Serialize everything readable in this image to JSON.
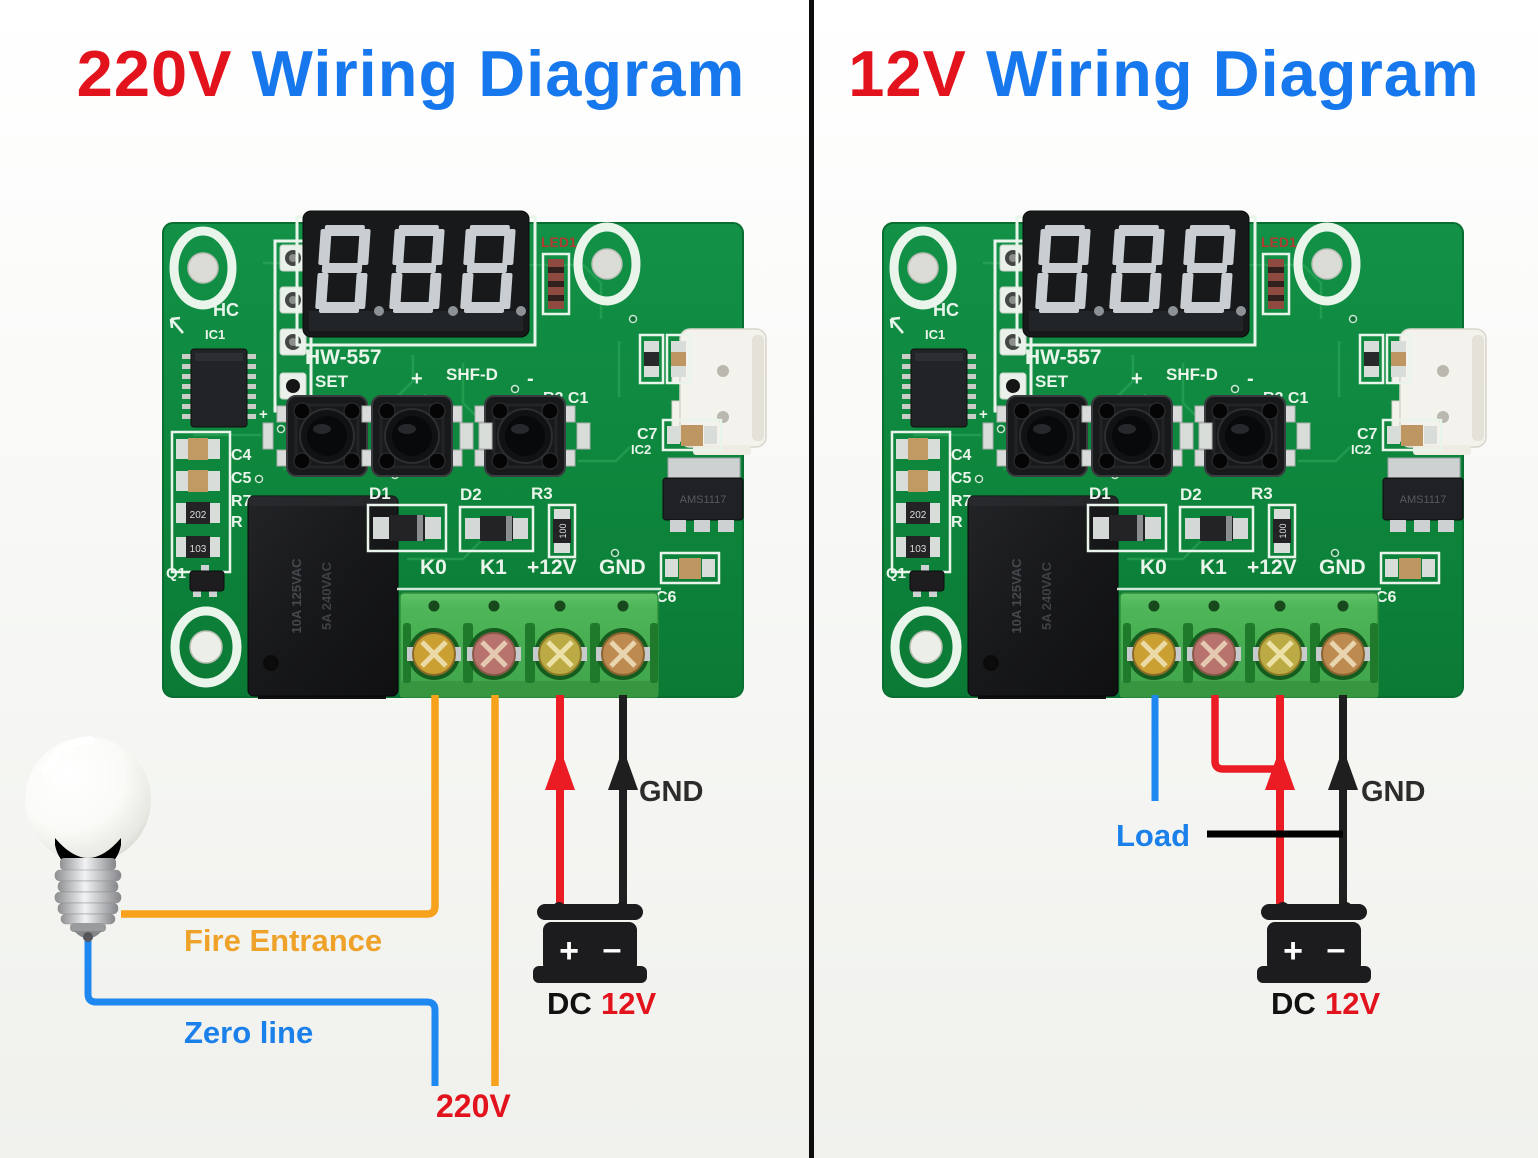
{
  "titles": {
    "left": {
      "voltage": "220V",
      "name": "Wiring Diagram"
    },
    "right": {
      "voltage": "12V",
      "name": "Wiring Diagram"
    }
  },
  "board": {
    "hc": "HC",
    "ic1": "IC1",
    "model": "HW-557",
    "set": "SET",
    "plus": "+",
    "shf_d": "SHF-D",
    "minus": "-",
    "led1": "LED1",
    "r2_c1": "R2 C1",
    "c7": "C7",
    "ic2": "IC2",
    "c4": "C4",
    "c5": "C5",
    "r7": "R7",
    "r": "R",
    "q1": "Q1",
    "d1": "D1",
    "d2": "D2",
    "r3": "R3",
    "k0": "K0",
    "k1": "K1",
    "v12": "+12V",
    "gnd": "GND",
    "c6": "C6",
    "code202": "202",
    "code103": "103",
    "code100": "100",
    "relay_line1": "10A 125VAC",
    "relay_line2": "5A 240VAC",
    "regulator": "AMS1117"
  },
  "battery": {
    "plus": "+",
    "minus": "–"
  },
  "left_panel": {
    "fire_entrance": "Fire Entrance",
    "zero_line": "Zero line",
    "source": "220V",
    "gnd": "GND",
    "dc": "DC",
    "dc_volt": "12V"
  },
  "right_panel": {
    "load": "Load",
    "gnd": "GND",
    "dc": "DC",
    "dc_volt": "12V"
  },
  "colors": {
    "title_red": "#e2131c",
    "title_blue": "#1778ee",
    "wire_orange": "#f6a21d",
    "wire_blue": "#1e87f0",
    "wire_red": "#ec1c24",
    "wire_black": "#1f1f1f",
    "pcb_green": "#0e8c3e",
    "terminal_green": "#48b052",
    "fire_label": "#efa229"
  }
}
